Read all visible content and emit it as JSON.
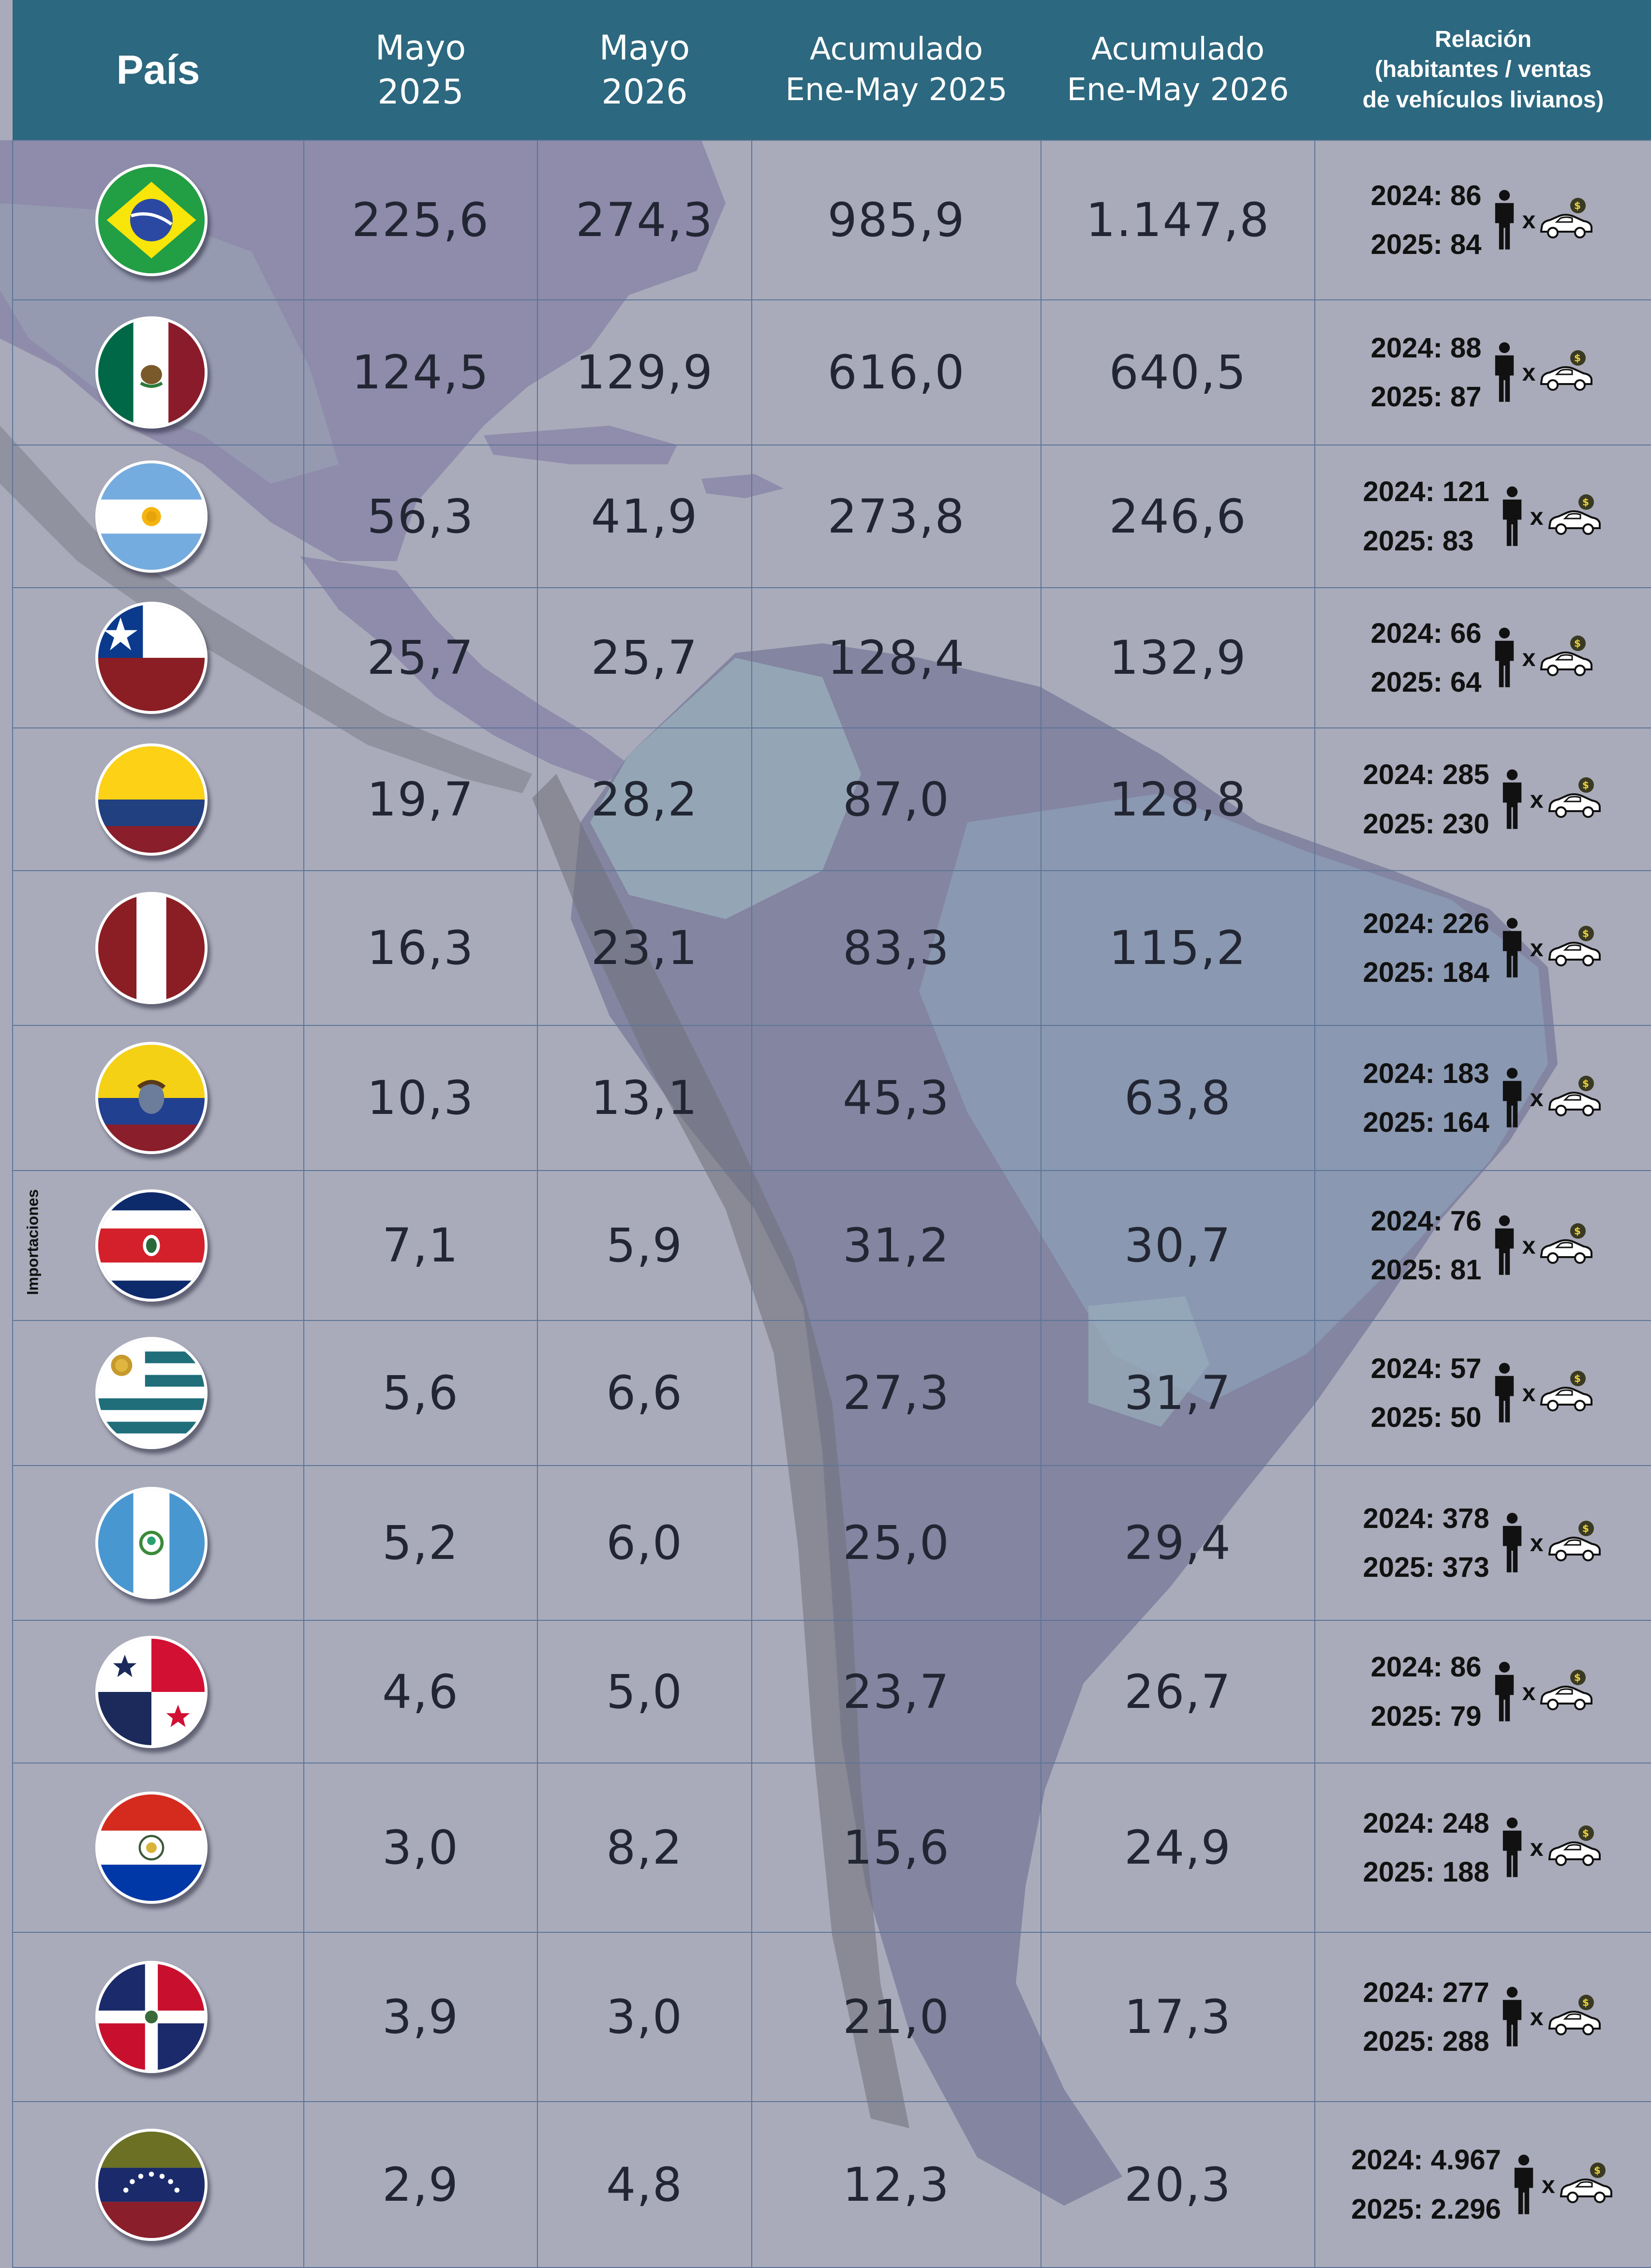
{
  "side_label": "Importaciones",
  "headers": {
    "country": "País",
    "may_2025": [
      "Mayo",
      "2025"
    ],
    "may_2026": [
      "Mayo",
      "2026"
    ],
    "acc_2025": [
      "Acumulado",
      "Ene-May 2025"
    ],
    "acc_2026": [
      "Acumulado",
      "Ene-May 2026"
    ],
    "relation": [
      "Relación",
      "(habitantes / ventas",
      "de vehículos livianos)"
    ]
  },
  "icons": {
    "person": "person-icon",
    "separator": "x",
    "car": "car-sale-icon"
  },
  "rows": [
    {
      "flag": "brazil-flag",
      "may_2025": "225,6",
      "may_2026": "274,3",
      "acc_2025": "985,9",
      "acc_2026": "1.147,8",
      "rel_2024": "2024: 86",
      "rel_2025": "2025: 84"
    },
    {
      "flag": "mexico-flag",
      "may_2025": "124,5",
      "may_2026": "129,9",
      "acc_2025": "616,0",
      "acc_2026": "640,5",
      "rel_2024": "2024: 88",
      "rel_2025": "2025: 87"
    },
    {
      "flag": "argentina-flag",
      "may_2025": "56,3",
      "may_2026": "41,9",
      "acc_2025": "273,8",
      "acc_2026": "246,6",
      "rel_2024": "2024: 121",
      "rel_2025": "2025: 83"
    },
    {
      "flag": "chile-flag",
      "may_2025": "25,7",
      "may_2026": "25,7",
      "acc_2025": "128,4",
      "acc_2026": "132,9",
      "rel_2024": "2024: 66",
      "rel_2025": "2025: 64"
    },
    {
      "flag": "colombia-flag",
      "may_2025": "19,7",
      "may_2026": "28,2",
      "acc_2025": "87,0",
      "acc_2026": "128,8",
      "rel_2024": "2024: 285",
      "rel_2025": "2025: 230"
    },
    {
      "flag": "peru-flag",
      "may_2025": "16,3",
      "may_2026": "23,1",
      "acc_2025": "83,3",
      "acc_2026": "115,2",
      "rel_2024": "2024: 226",
      "rel_2025": "2025: 184"
    },
    {
      "flag": "ecuador-flag",
      "may_2025": "10,3",
      "may_2026": "13,1",
      "acc_2025": "45,3",
      "acc_2026": "63,8",
      "rel_2024": "2024: 183",
      "rel_2025": "2025: 164"
    },
    {
      "flag": "costa-rica-flag",
      "may_2025": "7,1",
      "may_2026": "5,9",
      "acc_2025": "31,2",
      "acc_2026": "30,7",
      "rel_2024": "2024: 76",
      "rel_2025": "2025: 81"
    },
    {
      "flag": "uruguay-flag",
      "may_2025": "5,6",
      "may_2026": "6,6",
      "acc_2025": "27,3",
      "acc_2026": "31,7",
      "rel_2024": "2024: 57",
      "rel_2025": "2025: 50"
    },
    {
      "flag": "guatemala-flag",
      "may_2025": "5,2",
      "may_2026": "6,0",
      "acc_2025": "25,0",
      "acc_2026": "29,4",
      "rel_2024": "2024: 378",
      "rel_2025": "2025: 373"
    },
    {
      "flag": "panama-flag",
      "may_2025": "4,6",
      "may_2026": "5,0",
      "acc_2025": "23,7",
      "acc_2026": "26,7",
      "rel_2024": "2024: 86",
      "rel_2025": "2025: 79"
    },
    {
      "flag": "paraguay-flag",
      "may_2025": "3,0",
      "may_2026": "8,2",
      "acc_2025": "15,6",
      "acc_2026": "24,9",
      "rel_2024": "2024: 248",
      "rel_2025": "2025: 188"
    },
    {
      "flag": "dominican-republic-flag",
      "may_2025": "3,9",
      "may_2026": "3,0",
      "acc_2025": "21,0",
      "acc_2026": "17,3",
      "rel_2024": "2024:  277",
      "rel_2025": "2025:  288"
    },
    {
      "flag": "venezuela-flag",
      "may_2025": "2,9",
      "may_2026": "4,8",
      "acc_2025": "12,3",
      "acc_2026": "20,3",
      "rel_2024": "2024: 4.967",
      "rel_2025": "2025: 2.296"
    }
  ]
}
